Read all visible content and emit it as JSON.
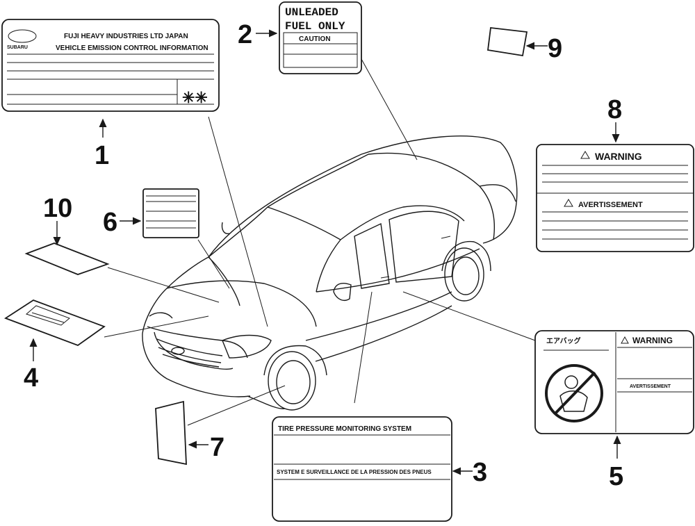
{
  "callouts": {
    "c1": "1",
    "c2": "2",
    "c3": "3",
    "c4": "4",
    "c5": "5",
    "c6": "6",
    "c7": "7",
    "c8": "8",
    "c9": "9",
    "c10": "10"
  },
  "label1": {
    "brand": "SUBARU",
    "line1": "FUJI HEAVY INDUSTRIES LTD JAPAN",
    "line2": "VEHICLE EMISSION CONTROL INFORMATION",
    "marks": "✳✳"
  },
  "label2": {
    "line1": "UNLEADED",
    "line2": "FUEL ONLY",
    "caution": "CAUTION"
  },
  "label3": {
    "title_en": "TIRE PRESSURE MONITORING SYSTEM",
    "title_fr": "SYSTEM E SURVEILLANCE DE LA PRESSION DES PNEUS"
  },
  "label5": {
    "warning": "WARNING",
    "avertissement": "AVERTISSEMENT",
    "ja_header": "エアバッグ"
  },
  "label8": {
    "warning": "WARNING",
    "avertissement": "AVERTISSEMENT"
  },
  "colors": {
    "ink": "#1a1a1a",
    "paper": "#ffffff"
  }
}
